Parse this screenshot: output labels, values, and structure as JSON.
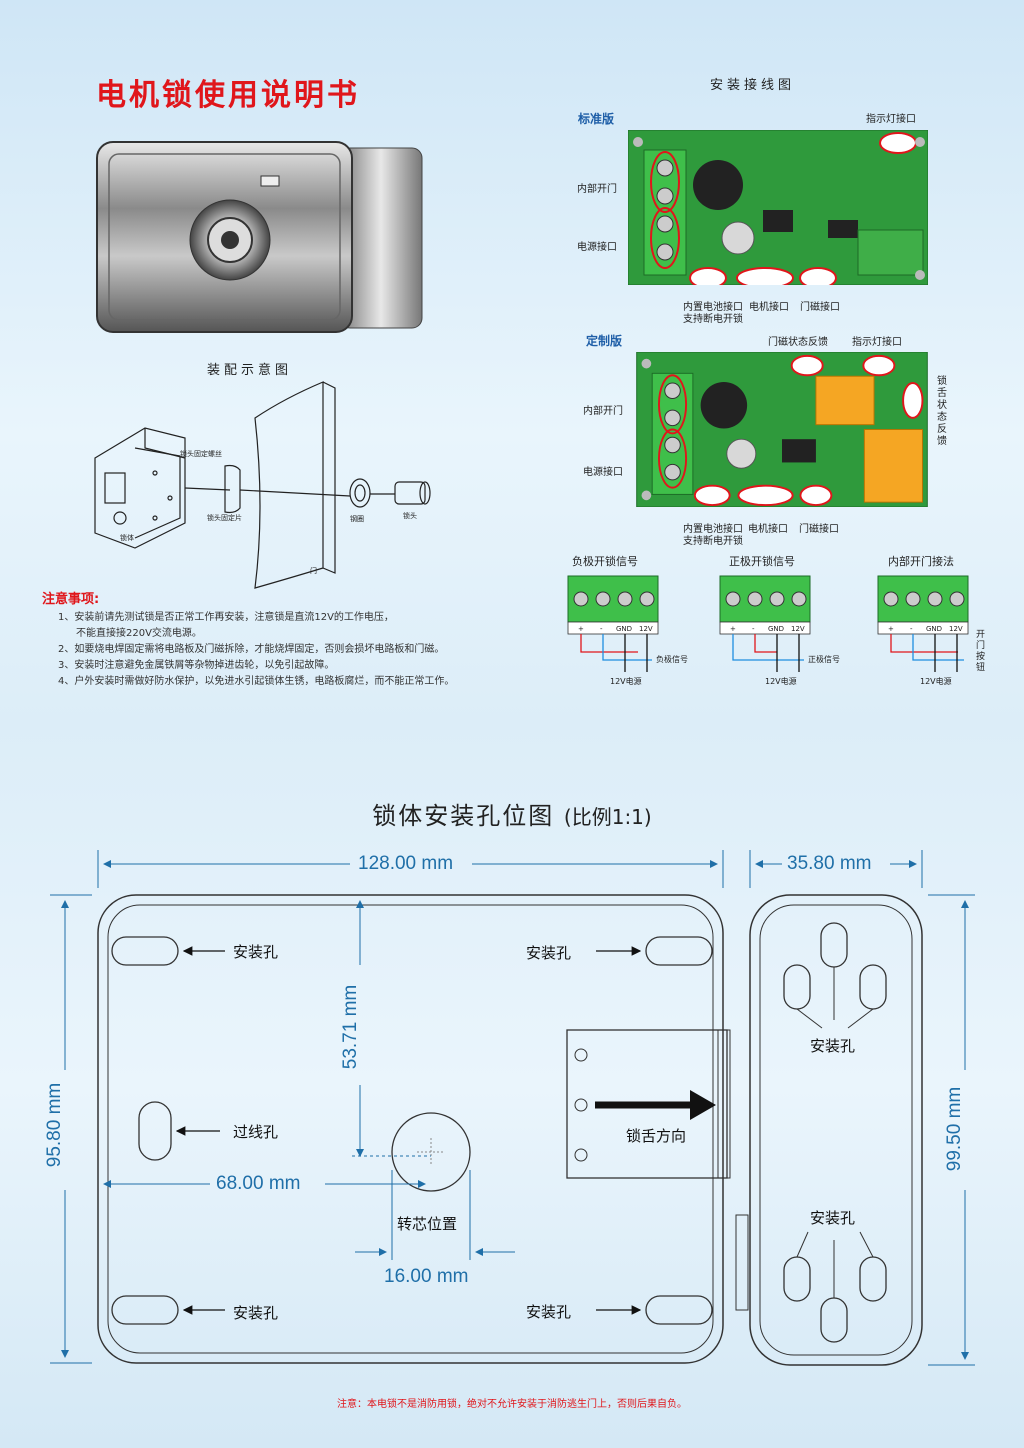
{
  "header": {
    "title": "电机锁使用说明书"
  },
  "assembly": {
    "title": "装配示意图",
    "labels": {
      "screw": "锁头固定螺丝",
      "plate": "锁头固定片",
      "body": "锁体",
      "ring": "钢圈",
      "head": "锁头",
      "door": "门"
    }
  },
  "notes": {
    "title": "注意事项:",
    "items": [
      "1、安装前请先测试锁是否正常工作再安装，注意锁是直流12V的工作电压，",
      "不能直接接220V交流电源。",
      "2、如要烧电焊固定需将电路板及门磁拆除，才能烧焊固定，否则会损坏电路板和门磁。",
      "3、安装时注意避免金属铁屑等杂物掉进齿轮，以免引起故障。",
      "4、户外安装时需做好防水保护，以免进水引起锁体生锈，电路板腐烂，而不能正常工作。"
    ]
  },
  "wiring": {
    "title": "安装接线图",
    "standard": {
      "label": "标准版",
      "indicator": "指示灯接口",
      "inner_open": "内部开门",
      "power": "电源接口",
      "battery": "内置电池接口",
      "battery2": "支持断电开锁",
      "motor": "电机接口",
      "magnet": "门磁接口"
    },
    "custom": {
      "label": "定制版",
      "magnet_feedback": "门磁状态反馈",
      "indicator": "指示灯接口",
      "tongue_feedback": "锁舌状态反馈",
      "inner_open": "内部开门",
      "power": "电源接口",
      "battery": "内置电池接口",
      "battery2": "支持断电开锁",
      "motor": "电机接口",
      "magnet": "门磁接口"
    },
    "diagrams": [
      {
        "title": "负极开锁信号",
        "signal": "负极信号",
        "power": "12V电源"
      },
      {
        "title": "正极开锁信号",
        "signal": "正极信号",
        "power": "12V电源"
      },
      {
        "title": "内部开门接法",
        "signal": "开门按钮",
        "power": "12V电源"
      }
    ],
    "terminal": {
      "plus": "+",
      "minus": "-",
      "gnd": "GND",
      "v12": "12V"
    }
  },
  "holes": {
    "title": "锁体安装孔位图",
    "scale": "(比例1:1)",
    "width": "128.00 mm",
    "side_width": "35.80 mm",
    "height": "95.80 mm",
    "side_height": "99.50 mm",
    "vertical_offset": "53.71 mm",
    "horizontal_offset": "68.00 mm",
    "core_diameter": "16.00 mm",
    "mount_hole": "安装孔",
    "wire_hole": "过线孔",
    "core_pos": "转芯位置",
    "tongue_dir": "锁舌方向"
  },
  "footer": {
    "warning": "注意：本电锁不是消防用锁，绝对不允许安装于消防逃生门上，否则后果自负。"
  },
  "colors": {
    "accent_red": "#e0161b",
    "dim_blue": "#1f6fa8",
    "pcb_green": "#2f9a3c"
  }
}
